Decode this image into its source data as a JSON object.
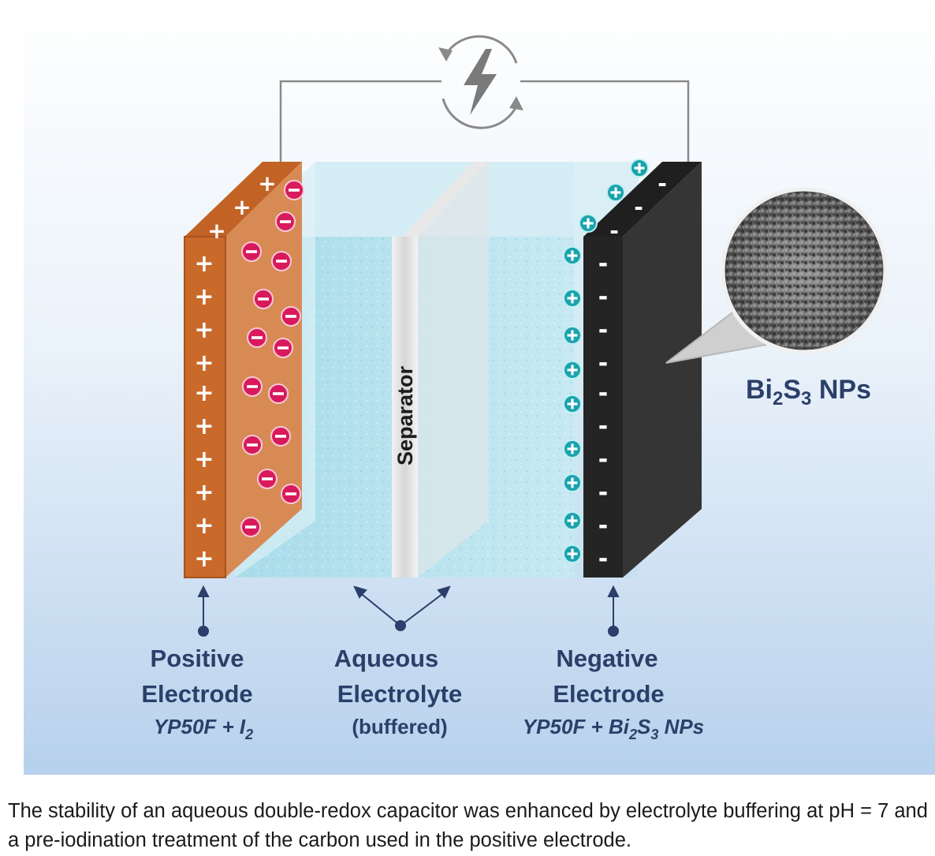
{
  "circuit": {
    "icon": "lightning-bolt-icon",
    "cycle_icon": "refresh-arrows-icon"
  },
  "labels": {
    "separator": "Separator",
    "positive": {
      "line1": "Positive",
      "line2": "Electrode",
      "formula": "YP50F + I",
      "formula_sub": "2"
    },
    "electrolyte": {
      "line1": "Aqueous",
      "line2": "Electrolyte",
      "line3": "(buffered)"
    },
    "negative": {
      "line1": "Negative",
      "line2": "Electrode",
      "formula_a": "YP50F + Bi",
      "formula_sub1": "2",
      "formula_b": "S",
      "formula_sub2": "3",
      "formula_c": " NPs"
    },
    "inset": {
      "a": "Bi",
      "sub1": "2",
      "b": "S",
      "sub2": "3",
      "c": " NPs"
    }
  },
  "symbols": {
    "plus": "+",
    "minus": "-"
  },
  "colors": {
    "background_top": "#ffffff",
    "background_bottom": "#b7d1ec",
    "positive_electrode": "#c96a2a",
    "negative_electrode": "#2a2a2a",
    "electrolyte": "#b8e2ef",
    "anion": "#d81a5c",
    "cation": "#1aa3ad",
    "label": "#2b3f6a"
  },
  "caption": "The stability of an aqueous double-redox capacitor was enhanced by electrolyte buffering at pH = 7 and a pre-iodination treatment of the carbon used in the positive electrode."
}
